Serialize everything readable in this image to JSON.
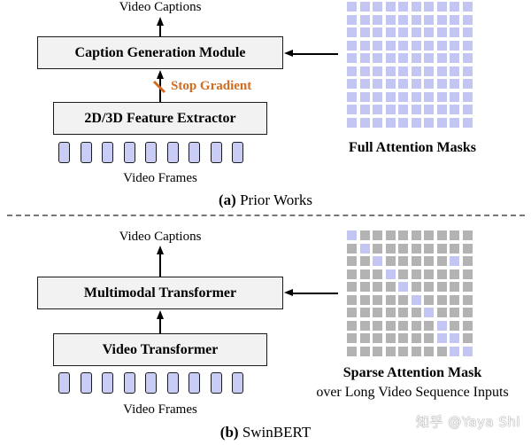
{
  "prior": {
    "output_label": "Video Captions",
    "top_box": "Caption Generation Module",
    "stop_gradient": "Stop Gradient",
    "bottom_box": "2D/3D Feature Extractor",
    "input_label": "Video Frames",
    "mask_label": "Full Attention Masks",
    "caption_letter": "(a)",
    "caption_text": " Prior Works"
  },
  "swin": {
    "output_label": "Video Captions",
    "top_box": "Multimodal Transformer",
    "bottom_box": "Video Transformer",
    "input_label": "Video Frames",
    "mask_label_1": "Sparse Attention Mask",
    "mask_label_2": "over Long Video Sequence Inputs",
    "caption_letter": "(b)",
    "caption_text": " SwinBERT"
  },
  "watermark": "知乎 @Yaya Shi",
  "colors": {
    "frame_fill": "#c9ccf4",
    "full_mask_cell": "#c3c6f2",
    "sparse_active": "#c3c6f2",
    "sparse_inactive": "#b3b3b3",
    "stop_gradient": "#d46a1e",
    "box_fill": "#f2f2f2"
  },
  "sparse_mask_rows": [
    "1000000000",
    "0100000000",
    "0010000010",
    "0001000000",
    "0000100000",
    "0000010000",
    "0000001000",
    "0000000100",
    "0000000110",
    "0000000011"
  ]
}
